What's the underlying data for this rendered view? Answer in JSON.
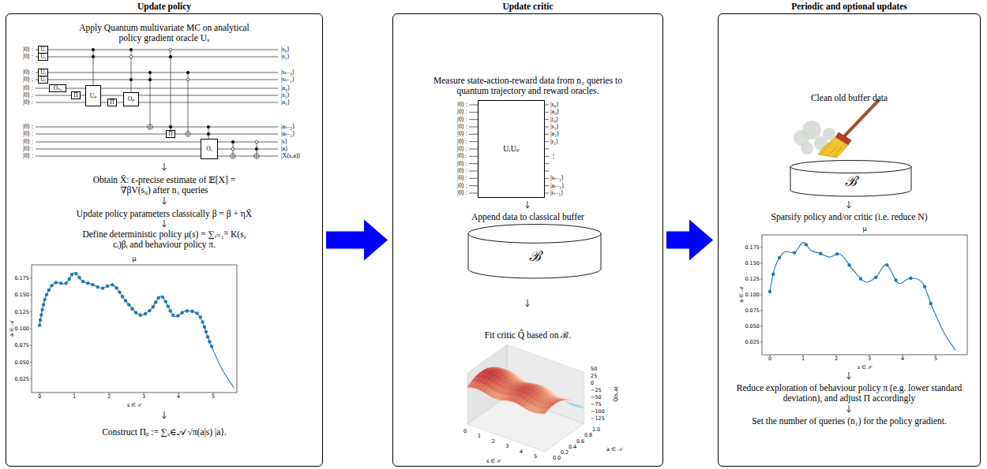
{
  "diagram": {
    "nodes": [
      {
        "text": [
          "Update policy",
          "Apply Quantum multivariate MC on analytical policy gradient oracle Uₓ",
          "Obtain X̄: ε-precise estimate of 𝔼[X] = ∇βV(s₀) after n₁ queries",
          "Update policy parameters classically β = β + ηX̄",
          "Define deterministic policy μ(s) = ∑ᵢ₌₁ᴺ K(s, cᵢ)βᵢ and behaviour policy π.",
          "Construct Πᵦ := ∑ₐ∈𝒜 √π(a|s) |a⟩."
        ]
      },
      {
        "text": [
          "Uᵢ"
        ],
        "in": 0
      },
      {
        "text": [
          "Uᵢ"
        ],
        "in": 0
      },
      {
        "text": [
          "Uᵢ"
        ],
        "in": 0
      },
      {
        "text": [
          "Uᵢ"
        ],
        "in": 0
      },
      {
        "text": [
          "Oₛ₀"
        ],
        "in": 0
      },
      {
        "text": [
          "Π"
        ],
        "in": 0
      },
      {
        "text": [
          "Uₚ"
        ],
        "in": 0
      },
      {
        "text": [
          "Π"
        ],
        "in": 0
      },
      {
        "text": [
          "Oₚ"
        ],
        "in": 0
      },
      {
        "text": [
          "Π"
        ],
        "in": 0
      },
      {
        "text": [
          "Oₓ"
        ],
        "in": 0
      },
      {
        "text": [
          "Update critic",
          "Measure state-action-reward data from n₂ queries to quantum trajectory and reward oracles.",
          "Append data to classical buffer",
          "Fit critic Q̂ based on ℬ."
        ]
      },
      {
        "text": [
          "UᵣUₚ"
        ],
        "in": 12
      },
      {
        "text": [
          "ℬ"
        ],
        "in": 12
      },
      {
        "text": [
          "Periodic and optional updates",
          "Clean old buffer data",
          "Sparsify policy and/or critic (i.e. reduce N)",
          "Reduce exploration of behaviour policy π (e.g. lower standard deviation), and adjust Π accordingly",
          "Set the number of queries (n₁) for the policy gradient."
        ]
      },
      {
        "text": [
          "ℬ"
        ],
        "in": 15
      }
    ],
    "edges": [
      {
        "from": 0,
        "to": 12,
        "arrow": "to"
      },
      {
        "from": 12,
        "to": 15,
        "arrow": "to"
      }
    ],
    "labels": [
      "|0⟩ :",
      "|0⟩ :",
      "|0⟩ :",
      "|0⟩ :",
      "|0⟩ :",
      "|0⟩ :",
      "|0⟩ :",
      "|0⟩ :",
      "|0⟩ :",
      "|0⟩ :",
      "|0⟩ :",
      "|0⟩ :",
      "|s₀⟩",
      "|s₁⟩",
      "|sₜ₋₂⟩",
      "|sₜ₋₁⟩",
      "|a₀⟩",
      "|s₁⟩",
      "|a₁⟩",
      "|aₜ₋₂⟩",
      "|aₜ₋₁⟩",
      "|s⟩",
      "|a⟩",
      "|X(s,a)⟩",
      "μ",
      "0.175",
      "0.150",
      "0.125",
      "0.100",
      "0.075",
      "0.050",
      "0.025",
      "0",
      "1",
      "2",
      "3",
      "4",
      "5",
      "a ∈ 𝒜",
      "s ∈ 𝒮",
      "|0⟩ :",
      "|0⟩ :",
      "|0⟩ :",
      "|0⟩ :",
      "|0⟩ :",
      "|0⟩ :",
      "|0⟩ :",
      "|0⟩ :",
      "|0⟩ :",
      "|0⟩ :",
      "|0⟩ :",
      "|0⟩ :",
      "|0⟩ :",
      "|s₀⟩",
      "|a₀⟩",
      "|r₀⟩",
      "|s₁⟩",
      "|a₁⟩",
      "|r₁⟩",
      "⋮",
      "|sₜ₋₁⟩",
      "|aₜ₋₁⟩",
      "|rₜ₋₁⟩",
      "50",
      "25",
      "0",
      "−25",
      "−50",
      "−75",
      "−100",
      "−125",
      "Q̂(s,a)",
      "0",
      "1",
      "2",
      "3",
      "4",
      "5",
      "s ∈ 𝒮",
      "0.0",
      "0.2",
      "0.4",
      "0.6",
      "0.8",
      "1.0",
      "a ∈ 𝒜",
      "μ",
      "0.175",
      "0.150",
      "0.125",
      "0.100",
      "0.075",
      "0.050",
      "0.025",
      "0",
      "1",
      "2",
      "3",
      "4",
      "5",
      "a ∈ 𝒜",
      "s ∈ 𝒮"
    ]
  }
}
